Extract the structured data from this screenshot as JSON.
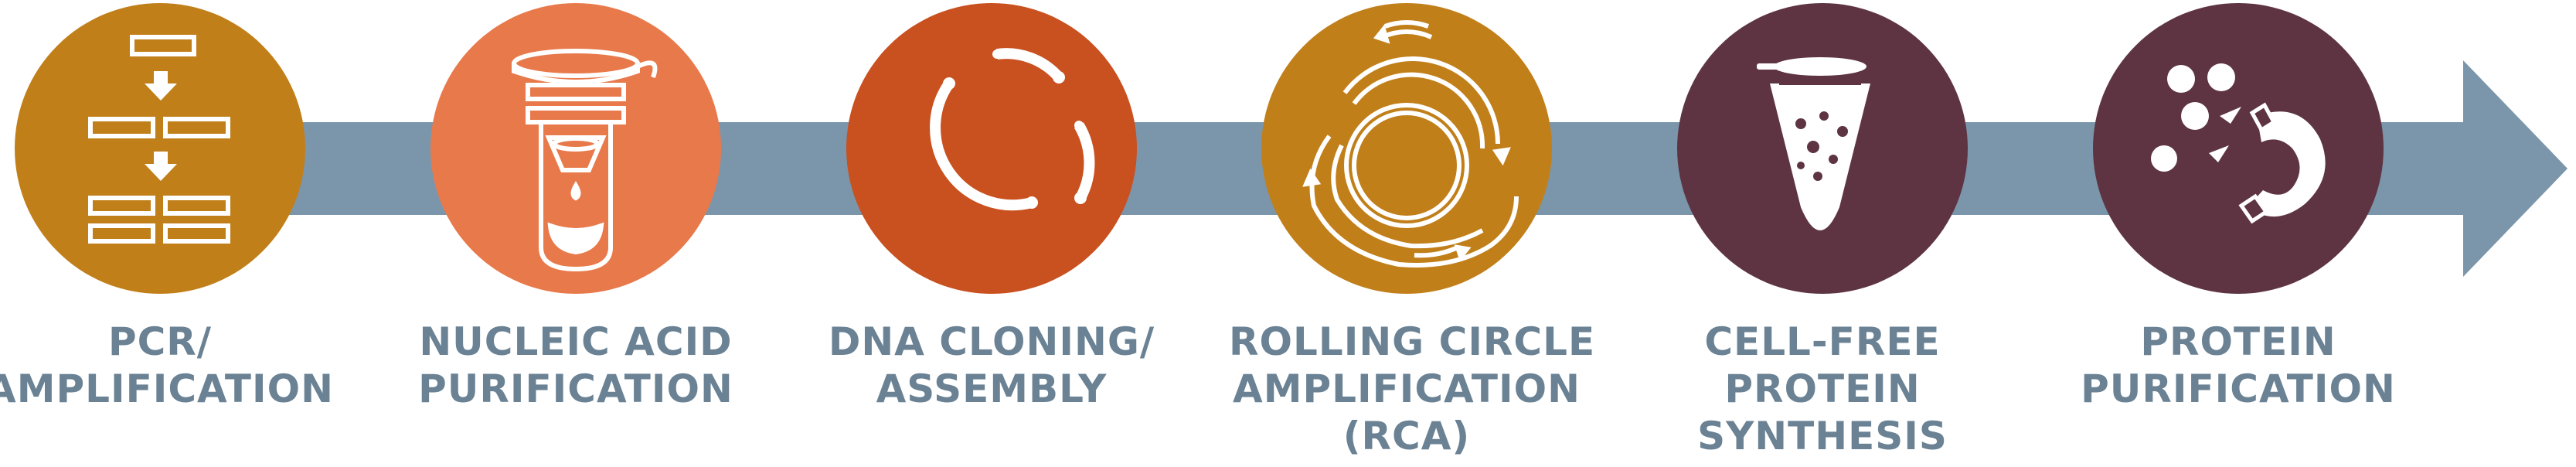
{
  "colors": {
    "arrow": "#7b96aa",
    "label_text": "#6a8294",
    "icon_stroke": "#ffffff"
  },
  "steps": [
    {
      "icon": "pcr-flowchart-icon",
      "color": "#c17f1a",
      "label_lines": [
        "PCR/",
        "AMPLIFICATION"
      ]
    },
    {
      "icon": "spin-column-tube-icon",
      "color": "#e8794b",
      "label_lines": [
        "NUCLEIC ACID",
        "PURIFICATION"
      ]
    },
    {
      "icon": "plasmid-fragments-icon",
      "color": "#c9501f",
      "label_lines": [
        "DNA CLONING/",
        "ASSEMBLY"
      ]
    },
    {
      "icon": "rolling-circle-icon",
      "color": "#c17f1a",
      "label_lines": [
        "ROLLING CIRCLE",
        "AMPLIFICATION",
        "(RCA)"
      ]
    },
    {
      "icon": "reaction-tube-icon",
      "color": "#5e3442",
      "label_lines": [
        "CELL-FREE",
        "PROTEIN",
        "SYNTHESIS"
      ]
    },
    {
      "icon": "magnet-beads-icon",
      "color": "#5e3442",
      "label_lines": [
        "PROTEIN",
        "PURIFICATION"
      ]
    }
  ]
}
